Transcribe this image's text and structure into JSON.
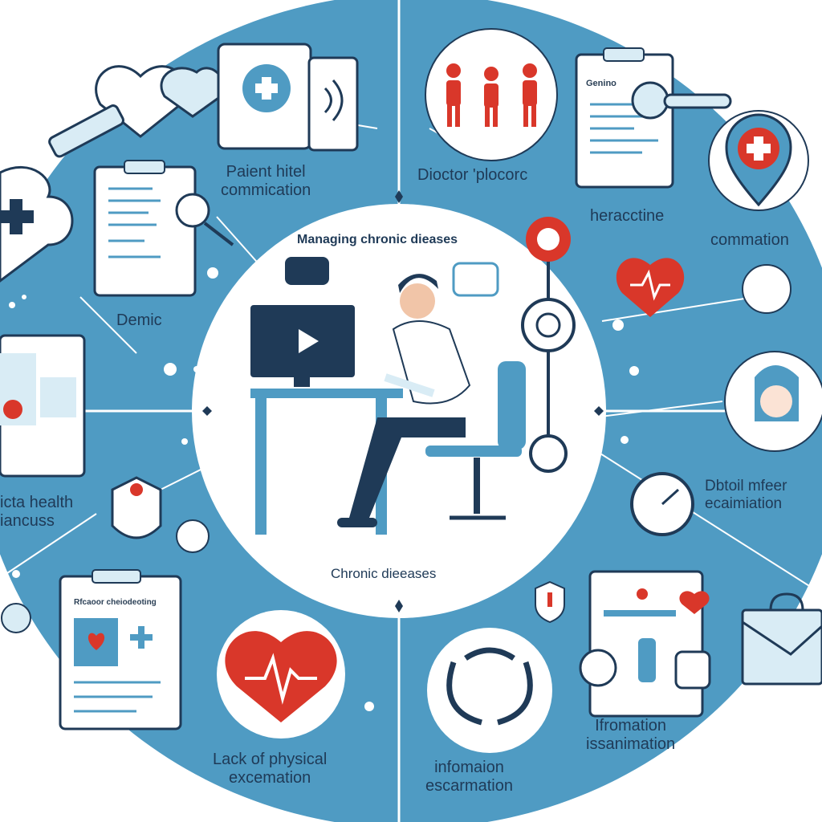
{
  "labels": {
    "patient_comm_line1": "Paient hitel",
    "patient_comm_line2": "commication",
    "doctor": "Dioctor 'plocorc",
    "heracctine": "heracctine",
    "commation": "commation",
    "demic": "Demic",
    "health_line1": "icta health",
    "health_line2": "iancuss",
    "center_title": "Managing chronic dieases",
    "center_bottom": "Chronic dieeases",
    "detail_line1": "Dbtoil mfeer",
    "detail_line2": "ecaimiation",
    "lack_line1": "Lack of physical",
    "lack_line2": "excemation",
    "info_bottom_line1": "infomaion",
    "info_bottom_line2": "escarmation",
    "info_right_line1": "Ifromation",
    "info_right_line2": "issanimation",
    "clipboard_top": "Genino",
    "clipboard_bottom": "Rfcaoor cheiodeoting"
  },
  "colors": {
    "panel": "#4f9bc3",
    "panel_light": "#d9ecf5",
    "accent_red": "#d9372a",
    "navy": "#1f3a57",
    "white": "#ffffff"
  },
  "icons": [
    "medical-cross-icon",
    "heart-rate-icon",
    "stethoscope-icon",
    "clipboard-icon",
    "computer-play-icon",
    "location-pin-icon",
    "envelope-icon",
    "shield-icon",
    "people-icon",
    "clock-icon"
  ]
}
